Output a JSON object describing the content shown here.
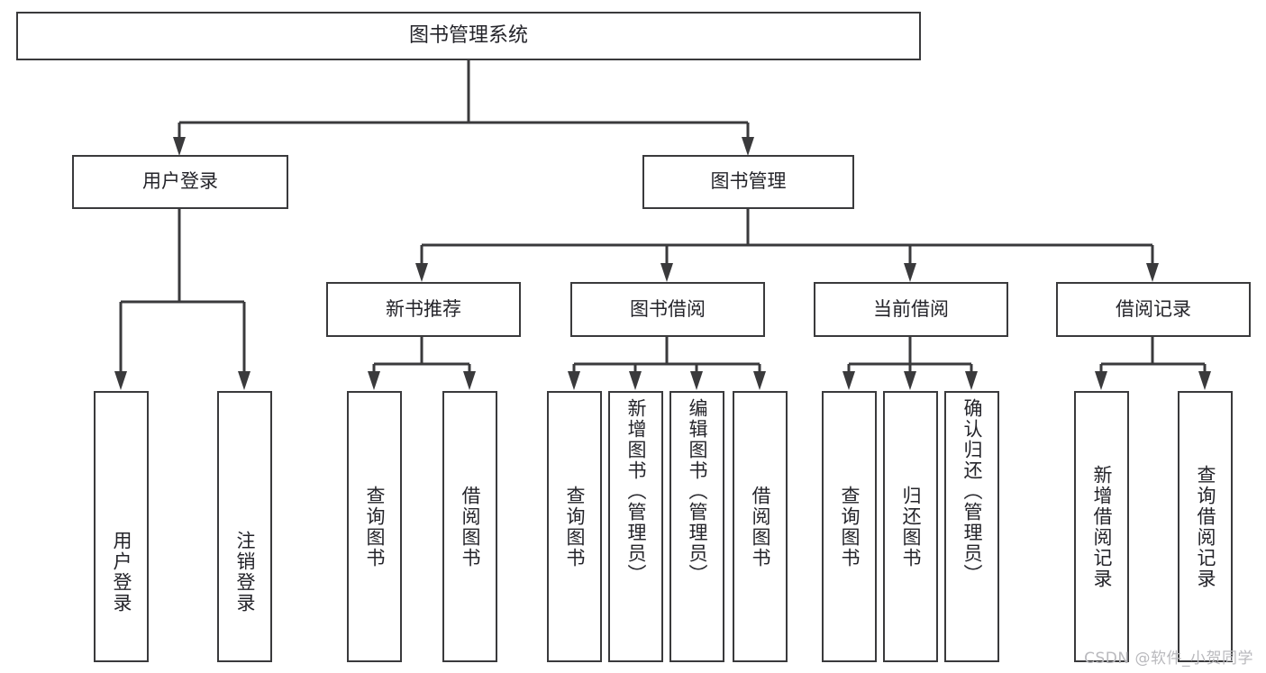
{
  "diagram": {
    "type": "tree",
    "title": "图书管理系统",
    "root": {
      "label": "图书管理系统"
    },
    "level2": [
      {
        "label": "用户登录"
      },
      {
        "label": "图书管理"
      }
    ],
    "level3": [
      {
        "label": "新书推荐"
      },
      {
        "label": "图书借阅"
      },
      {
        "label": "当前借阅"
      },
      {
        "label": "借阅记录"
      }
    ],
    "leaves": {
      "user_login": [
        {
          "label": "用户登录"
        },
        {
          "label": "注销登录"
        }
      ],
      "new_book_recommend": [
        {
          "label": "查询图书"
        },
        {
          "label": "借阅图书"
        }
      ],
      "book_borrow": [
        {
          "label": "查询图书"
        },
        {
          "label": "新增图书（管理员）"
        },
        {
          "label": "编辑图书（管理员）"
        },
        {
          "label": "借阅图书"
        }
      ],
      "current_borrow": [
        {
          "label": "查询图书"
        },
        {
          "label": "归还图书"
        },
        {
          "label": "确认归还（管理员）"
        }
      ],
      "borrow_record": [
        {
          "label": "新增借阅记录"
        },
        {
          "label": "查询借阅记录"
        }
      ]
    }
  },
  "watermark": {
    "text": "CSDN @软件_小贺同学"
  },
  "colors": {
    "stroke": "#3a3a3c",
    "text": "#24242a",
    "background": "#ffffff",
    "watermark": "#b9b9bd"
  }
}
